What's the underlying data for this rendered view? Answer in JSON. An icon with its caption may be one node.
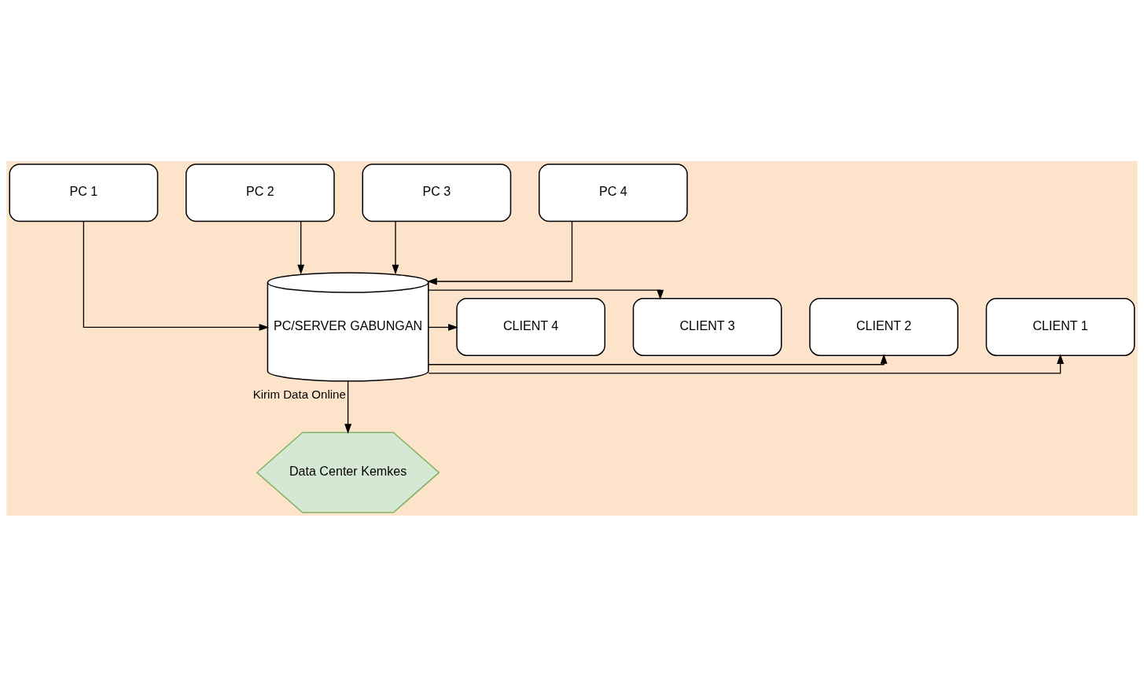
{
  "diagram": {
    "nodes": [
      {
        "text": [
          "PC 1"
        ]
      },
      {
        "text": [
          "PC 2"
        ]
      },
      {
        "text": [
          "PC 3"
        ]
      },
      {
        "text": [
          "PC 4"
        ]
      },
      {
        "text": [
          "CLIENT 1"
        ]
      },
      {
        "text": [
          "CLIENT 2"
        ]
      },
      {
        "text": [
          "PC/SERVER GABUNGAN"
        ]
      },
      {
        "text": [
          "CLIENT 3"
        ]
      },
      {
        "text": [
          "CLIENT 4"
        ]
      },
      {
        "text": [
          "Data Center Kemkes"
        ]
      }
    ],
    "edges": [
      {
        "from": 0,
        "to": 6,
        "arrow": "to"
      },
      {
        "from": 1,
        "to": 6,
        "arrow": "to"
      },
      {
        "from": 2,
        "to": 6,
        "arrow": "to"
      },
      {
        "from": 3,
        "to": 6,
        "arrow": "to"
      },
      {
        "from": 6,
        "to": 4,
        "arrow": "to"
      },
      {
        "from": 6,
        "to": 5,
        "arrow": "to"
      },
      {
        "from": 6,
        "to": 7,
        "arrow": "to"
      },
      {
        "from": 6,
        "to": 8,
        "arrow": "to"
      },
      {
        "from": 6,
        "to": 9,
        "arrow": "to",
        "label": "Kirim Data Online"
      }
    ]
  }
}
